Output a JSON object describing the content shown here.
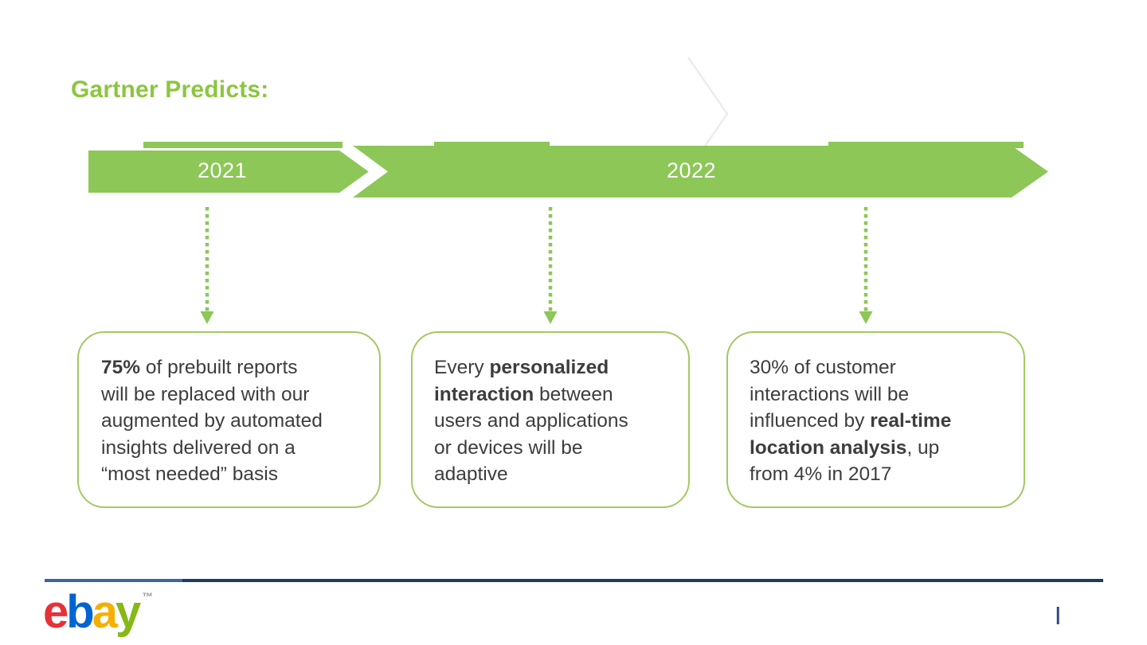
{
  "slide": {
    "title": "Gartner Predicts:",
    "timeline": {
      "segments": [
        {
          "label": "2021"
        },
        {
          "label": "2022"
        }
      ]
    },
    "cards": [
      {
        "segments": [
          {
            "t": "75%",
            "b": 1
          },
          {
            "t": " of prebuilt reports\nwill be replaced with our\naugmented by automated\ninsights delivered on a\n“most needed” basis",
            "b": 0
          }
        ]
      },
      {
        "segments": [
          {
            "t": "Every ",
            "b": 0
          },
          {
            "t": "personalized\ninteraction",
            "b": 1
          },
          {
            "t": " between\nusers and applications\nor devices will be\nadaptive",
            "b": 0
          }
        ]
      },
      {
        "segments": [
          {
            "t": "30% of customer\ninteractions will be\ninfluenced by ",
            "b": 0
          },
          {
            "t": "real-time\nlocation analysis",
            "b": 1
          },
          {
            "t": ", up\nfrom 4% in 2017",
            "b": 0
          }
        ]
      }
    ],
    "footer": {
      "logo": {
        "letters": [
          {
            "char": "e",
            "color": "#e53238"
          },
          {
            "char": "b",
            "color": "#0064d2"
          },
          {
            "char": "a",
            "color": "#f5af02"
          },
          {
            "char": "y",
            "color": "#86b817"
          }
        ],
        "tm": "™"
      },
      "page_marker": "|"
    },
    "colors": {
      "green": "#8cc757",
      "card_border_green": "#a2c964",
      "title_green": "#8cc63f",
      "navy_dark": "#1e3a5d",
      "navy_light": "#3a66a0",
      "white": "#ffffff",
      "faint_chevron_gray": "#ececec",
      "text_dark": "#3d3d3d"
    }
  }
}
